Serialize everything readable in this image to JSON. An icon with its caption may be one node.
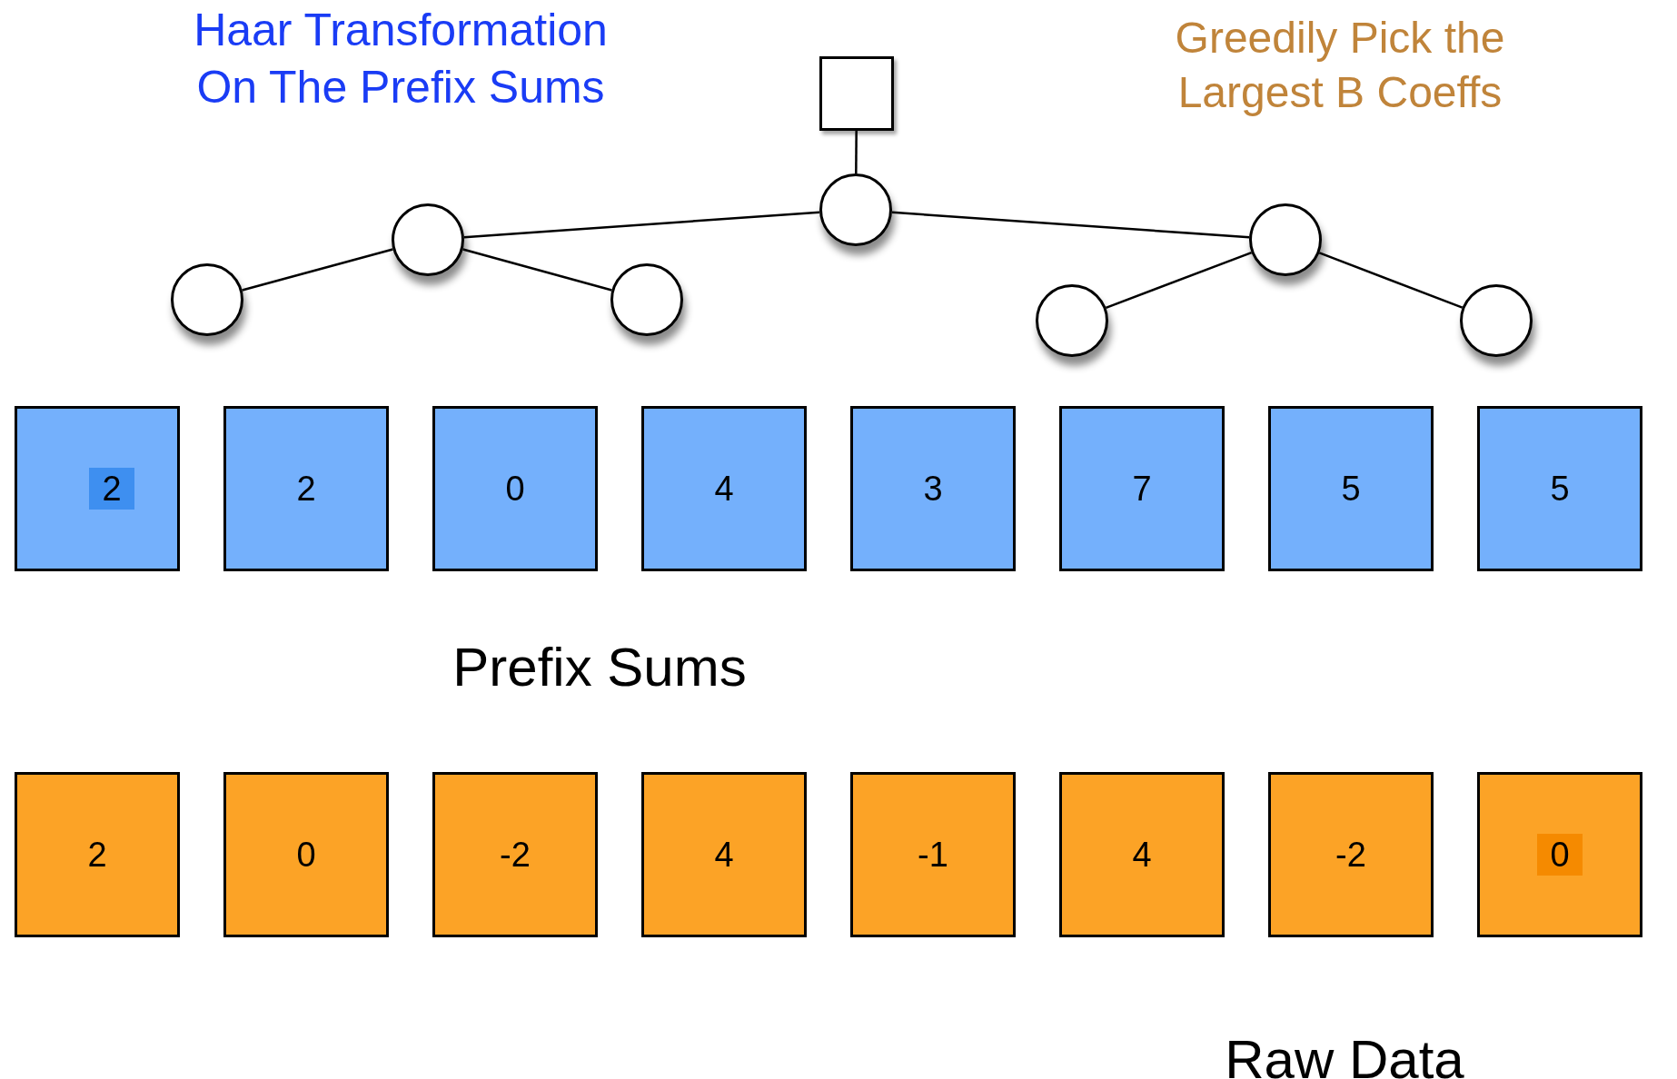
{
  "diagram": {
    "nodes": [
      {
        "text": [],
        "shape": "box"
      },
      {
        "text": [],
        "shape": "circle"
      },
      {
        "text": [],
        "shape": "circle"
      },
      {
        "text": [],
        "shape": "circle"
      },
      {
        "text": [],
        "shape": "circle"
      },
      {
        "text": [],
        "shape": "circle"
      },
      {
        "text": [],
        "shape": "circle"
      },
      {
        "text": [],
        "shape": "circle"
      },
      {
        "text": [
          "2"
        ]
      },
      {
        "text": [
          "2"
        ]
      },
      {
        "text": [
          "0"
        ]
      },
      {
        "text": [
          "4"
        ]
      },
      {
        "text": [
          "3"
        ]
      },
      {
        "text": [
          "7"
        ]
      },
      {
        "text": [
          "5"
        ]
      },
      {
        "text": [
          "5"
        ]
      },
      {
        "text": [
          "2"
        ]
      },
      {
        "text": [
          "0"
        ]
      },
      {
        "text": [
          "-2"
        ]
      },
      {
        "text": [
          "4"
        ]
      },
      {
        "text": [
          "-1"
        ]
      },
      {
        "text": [
          "4"
        ]
      },
      {
        "text": [
          "-2"
        ]
      },
      {
        "text": [
          "0"
        ]
      }
    ],
    "edges": [
      {
        "from": 0,
        "to": 1,
        "arrow": "none"
      },
      {
        "from": 1,
        "to": 2,
        "arrow": "none"
      },
      {
        "from": 1,
        "to": 3,
        "arrow": "none"
      },
      {
        "from": 2,
        "to": 4,
        "arrow": "none"
      },
      {
        "from": 2,
        "to": 5,
        "arrow": "none"
      },
      {
        "from": 3,
        "to": 6,
        "arrow": "none"
      },
      {
        "from": 3,
        "to": 7,
        "arrow": "none"
      }
    ],
    "labels": [
      "Haar Transformation On The Prefix Sums",
      "Greedily Pick the Largest B Coeffs",
      "Prefix Sums",
      "Raw Data"
    ]
  }
}
